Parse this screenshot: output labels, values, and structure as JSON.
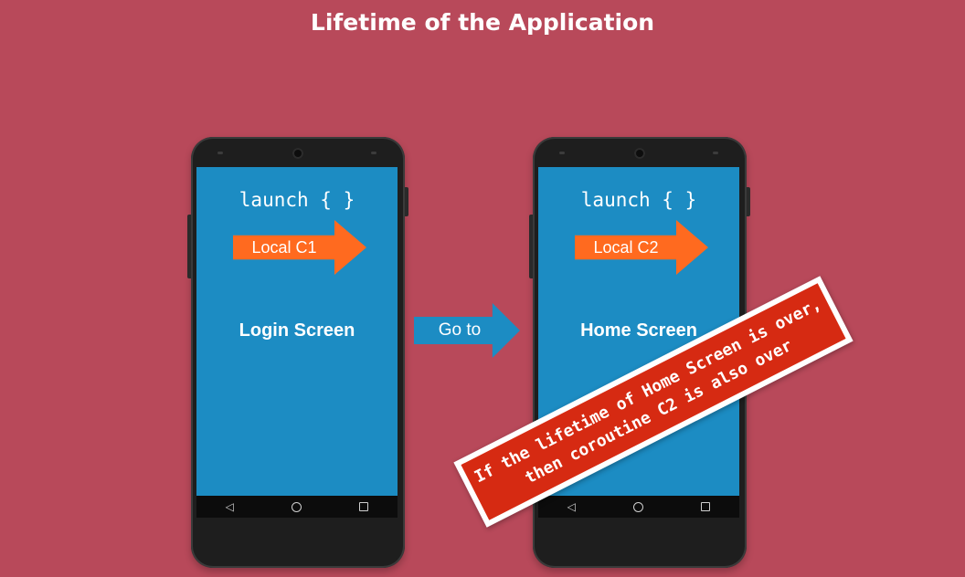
{
  "title": "Lifetime of the Application",
  "phones": [
    {
      "code": "launch { }",
      "coroutine_label": "Local C1",
      "screen_title": "Login Screen",
      "nav": {
        "back": "◁"
      }
    },
    {
      "code": "launch { }",
      "coroutine_label": "Local C2",
      "screen_title": "Home Screen",
      "nav": {
        "back": "◁"
      }
    }
  ],
  "transition_label": "Go to",
  "note": {
    "line1": "If the lifetime of Home Screen is over,",
    "line2": "then coroutine C2 is also over"
  },
  "colors": {
    "background": "#b8495a",
    "screen": "#1c8cc3",
    "arrow_accent": "#ff6a1f",
    "note": "#d62a12"
  },
  "icons": [
    "back-icon",
    "home-icon",
    "recent-apps-icon"
  ]
}
